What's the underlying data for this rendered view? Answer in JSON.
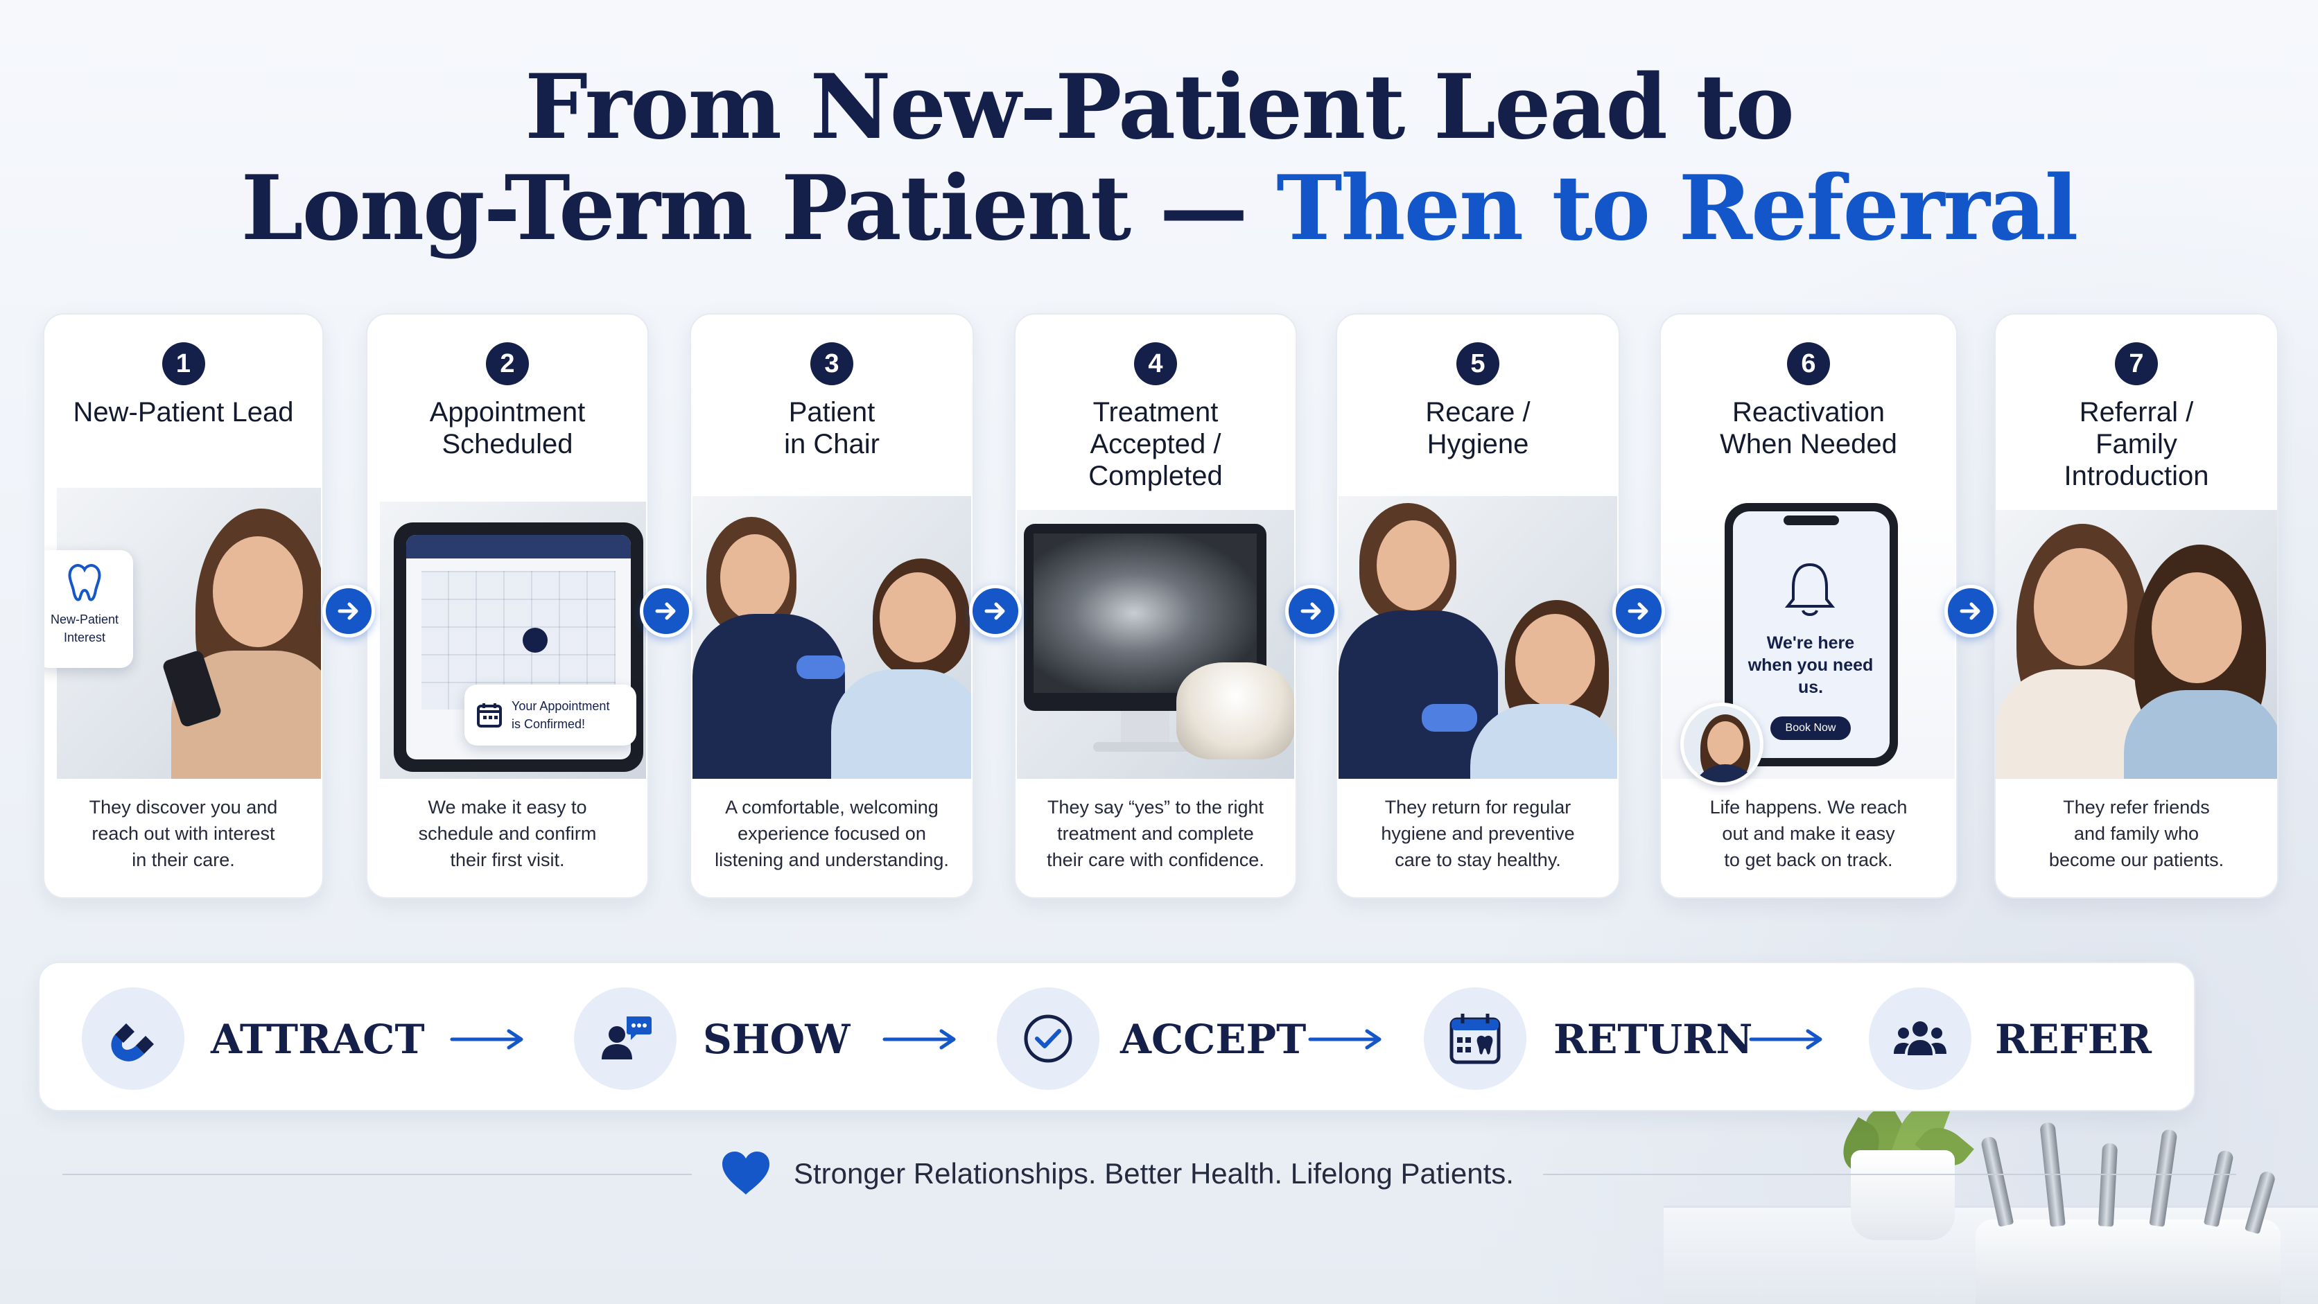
{
  "title": {
    "line1": "From New-Patient Lead to",
    "line2_main": "Long-Term Patient — ",
    "line2_accent": "Then to Referral"
  },
  "colors": {
    "navy": "#14204a",
    "accent_blue": "#1356c9",
    "arrow_blue": "#1556c8",
    "icon_bg": "#e6edf8"
  },
  "steps": [
    {
      "number": "1",
      "title": "New-Patient Lead",
      "description": "They discover you and\nreach out with interest\nin their care.",
      "overlay": "New-Patient\nInterest"
    },
    {
      "number": "2",
      "title": "Appointment\nScheduled",
      "description": "We make it easy to\nschedule and confirm\ntheir first visit.",
      "overlay": "Your Appointment\nis Confirmed!"
    },
    {
      "number": "3",
      "title": "Patient\nin Chair",
      "description": "A comfortable, welcoming\nexperience focused on\nlistening and understanding."
    },
    {
      "number": "4",
      "title": "Treatment\nAccepted /\nCompleted",
      "description": "They say “yes” to the right\ntreatment and complete\ntheir care with confidence."
    },
    {
      "number": "5",
      "title": "Recare /\nHygiene",
      "description": "They return for regular\nhygiene and preventive\ncare to stay healthy."
    },
    {
      "number": "6",
      "title": "Reactivation\nWhen Needed",
      "description": "Life happens. We reach\nout and make it easy\nto get back on track.",
      "overlay": "We're here\nwhen you need\nus.",
      "overlay_button": "Book Now"
    },
    {
      "number": "7",
      "title": "Referral /\nFamily\nIntroduction",
      "description": "They refer friends\nand family who\nbecome our patients."
    }
  ],
  "stages": [
    {
      "label": "ATTRACT",
      "icon": "magnet-icon"
    },
    {
      "label": "SHOW",
      "icon": "person-chat-icon"
    },
    {
      "label": "ACCEPT",
      "icon": "check-circle-icon"
    },
    {
      "label": "RETURN",
      "icon": "calendar-tooth-icon"
    },
    {
      "label": "REFER",
      "icon": "group-icon"
    }
  ],
  "footer": {
    "text": "Stronger Relationships. Better Health. Lifelong Patients.",
    "icon": "heart-icon"
  }
}
